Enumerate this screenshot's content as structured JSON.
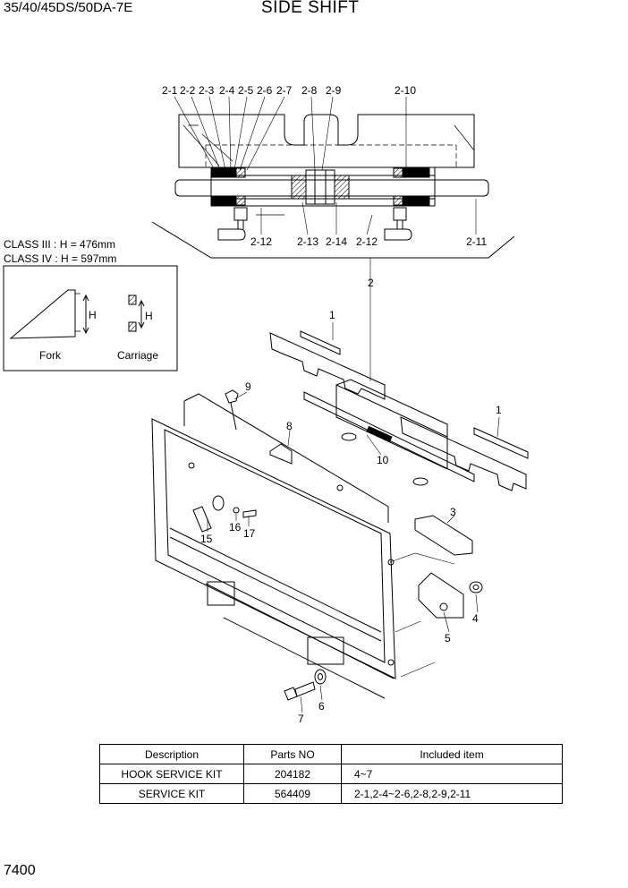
{
  "header": {
    "model": "35/40/45DS/50DA-7E",
    "title": "SIDE SHIFT"
  },
  "class_notes": [
    "CLASS III : H = 476mm",
    "CLASS IV : H = 597mm"
  ],
  "inset": {
    "fork_label": "Fork",
    "carriage_label": "Carriage",
    "dimension_label": "H"
  },
  "callouts": {
    "top": [
      "2-1",
      "2-2",
      "2-3",
      "2-4",
      "2-5",
      "2-6",
      "2-7",
      "2-8",
      "2-9",
      "2-10"
    ],
    "bottom": [
      "2-12",
      "2-13",
      "2-14",
      "2-12",
      "2-11"
    ],
    "main": [
      "2",
      "1",
      "1",
      "9",
      "8",
      "10",
      "3",
      "15",
      "16",
      "17",
      "4",
      "5",
      "7",
      "6"
    ]
  },
  "table": {
    "headers": [
      "Description",
      "Parts NO",
      "Included item"
    ],
    "rows": [
      [
        "HOOK SERVICE KIT",
        "204182",
        "4~7"
      ],
      [
        "SERVICE KIT",
        "564409",
        "2-1,2-4~2-6,2-8,2-9,2-11"
      ]
    ]
  },
  "page_number": "7400"
}
